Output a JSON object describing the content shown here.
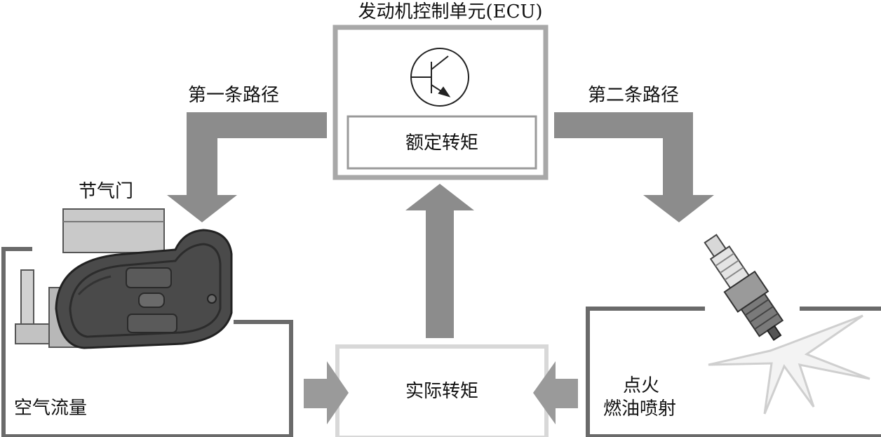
{
  "diagram": {
    "ecu_title": "发动机控制单元(ECU)",
    "rated_torque": "额定转矩",
    "path_one": "第一条路径",
    "path_two": "第二条路径",
    "throttle": "节气门",
    "air_flow": "空气流量",
    "actual_torque": "实际转矩",
    "ignition": "点火",
    "fuel_injection": "燃油喷射"
  },
  "icons": [
    "transistor-icon",
    "throttle-body-icon",
    "spark-plug-icon",
    "spark-icon"
  ],
  "colors": {
    "arrow_gray": "#8c8c8c",
    "frame_gray": "#a8a8a8",
    "line_dark": "#6a6a6a",
    "body_dark": "#4a4a4a"
  }
}
